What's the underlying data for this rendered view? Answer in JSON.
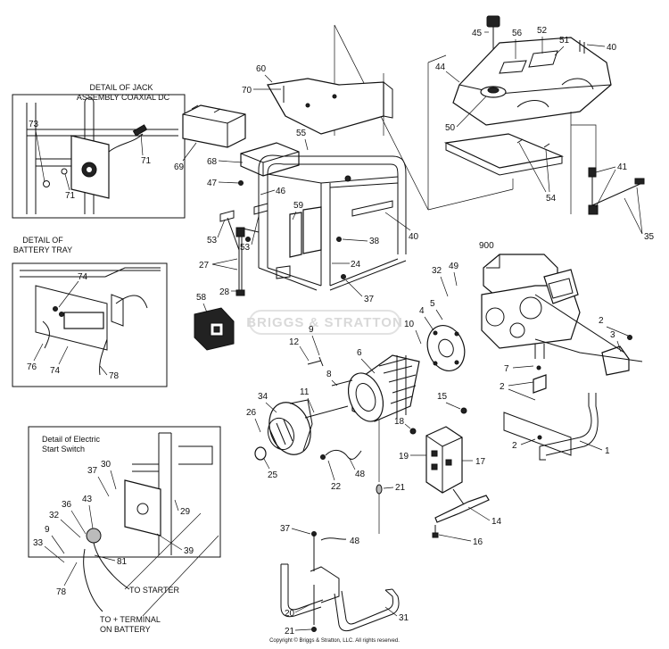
{
  "diagram": {
    "copyright": "Copyright © Briggs & Stratton, LLC. All rights reserved.",
    "watermark": "BRIGGS & STRATTON",
    "details": {
      "jack": {
        "line1": "DETAIL OF JACK",
        "line2": "ASSEMBLY COAXIAL DC"
      },
      "battery": {
        "line1": "DETAIL OF",
        "line2": "BATTERY TRAY"
      },
      "starter": {
        "line1": "Detail of Electric",
        "line2": "Start Switch"
      }
    },
    "wire_labels": {
      "to_starter": "TO STARTER",
      "to_terminal_1": "TO + TERMINAL",
      "to_terminal_2": "ON BATTERY"
    },
    "callouts": {
      "c45": "45",
      "c56": "56",
      "c52": "52",
      "c51": "51",
      "c40a": "40",
      "c44": "44",
      "c50": "50",
      "c54": "54",
      "c41": "41",
      "c35": "35",
      "c60": "60",
      "c70": "70",
      "c55": "55",
      "c69": "69",
      "c68": "68",
      "c47": "47",
      "c46": "46",
      "c59": "59",
      "c53a": "53",
      "c53b": "53",
      "c40b": "40",
      "c38": "38",
      "c27": "27",
      "c24": "24",
      "c28": "28",
      "c37a": "37",
      "c58": "58",
      "c73": "73",
      "c71a": "71",
      "c71b": "71",
      "c74a": "74",
      "c74b": "74",
      "c76": "76",
      "c78a": "78",
      "c900": "900",
      "c49": "49",
      "c32a": "32",
      "c5": "5",
      "c4": "4",
      "c10": "10",
      "c9a": "9",
      "c12": "12",
      "c6": "6",
      "c8": "8",
      "c2a": "2",
      "c3": "3",
      "c7": "7",
      "c2b": "2",
      "c11": "11",
      "c34": "34",
      "c15": "15",
      "c26": "26",
      "c18": "18",
      "c2c": "2",
      "c1": "1",
      "c19": "19",
      "c17": "17",
      "c25": "25",
      "c48a": "48",
      "c22": "22",
      "c21a": "21",
      "c14": "14",
      "c16": "16",
      "c37b": "37",
      "c48b": "48",
      "c31": "31",
      "c20": "20",
      "c21b": "21",
      "c37c": "37",
      "c30": "30",
      "c43": "43",
      "c36": "36",
      "c32b": "32",
      "c29": "29",
      "c9b": "9",
      "c33": "33",
      "c39": "39",
      "c81": "81",
      "c78b": "78"
    }
  }
}
